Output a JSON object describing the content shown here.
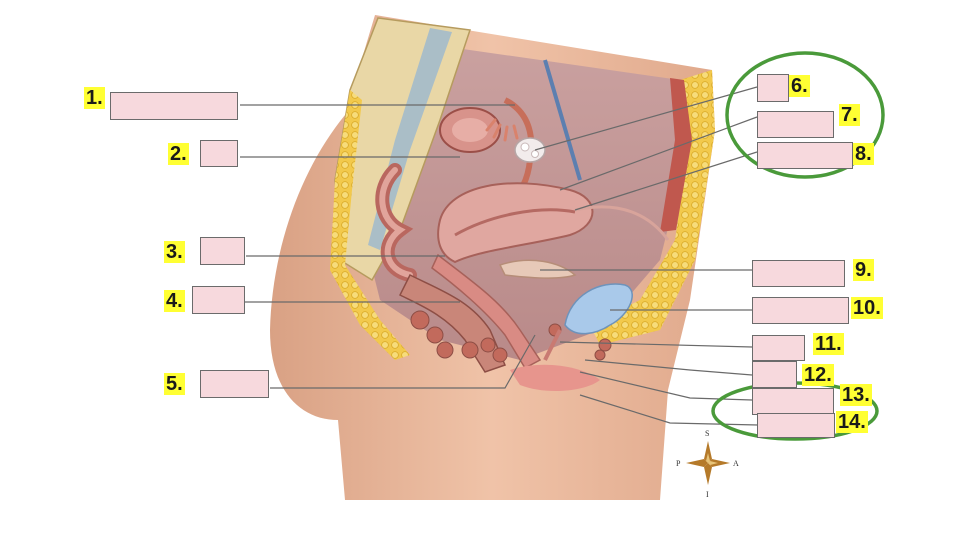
{
  "labels": [
    {
      "number": "1.",
      "answer": ""
    },
    {
      "number": "2.",
      "answer": ""
    },
    {
      "number": "3.",
      "answer": ""
    },
    {
      "number": "4.",
      "answer": ""
    },
    {
      "number": "5.",
      "answer": ""
    },
    {
      "number": "6.",
      "answer": ""
    },
    {
      "number": "7.",
      "answer": ""
    },
    {
      "number": "8.",
      "answer": ""
    },
    {
      "number": "9.",
      "answer": ""
    },
    {
      "number": "10.",
      "answer": ""
    },
    {
      "number": "11.",
      "answer": ""
    },
    {
      "number": "12.",
      "answer": ""
    },
    {
      "number": "13.",
      "answer": ""
    },
    {
      "number": "14.",
      "answer": ""
    }
  ],
  "compass": {
    "superior": "S",
    "inferior": "I",
    "anterior": "A",
    "posterior": "P"
  },
  "colors": {
    "label_highlight": "#ffff33",
    "answer_box": "#f7d9dd",
    "skin": "#eab79b",
    "fat": "#f2c94c",
    "bladder": "#a9c9ea",
    "circle_outline": "#4a9a3a"
  }
}
